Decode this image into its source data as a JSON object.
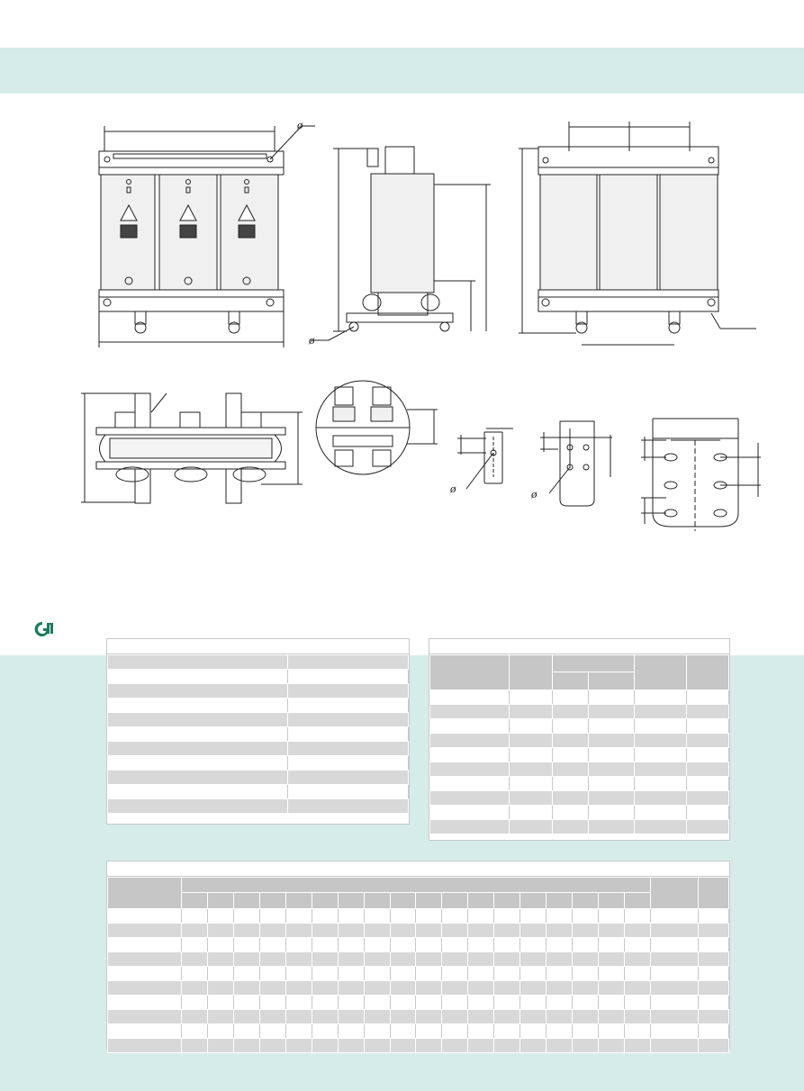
{
  "drawings": {
    "diameter_symbol": "ø",
    "views": [
      "front-view",
      "side-view",
      "rear-view",
      "top-view",
      "terminal-detail",
      "busbar-1-hole",
      "busbar-4-hole",
      "busbar-6-hole"
    ]
  },
  "logo": {
    "icon": "gm-logo-icon",
    "color": "#1e7b5a"
  },
  "colors": {
    "band": "#d6ece9",
    "row_shade": "#d8d8d8",
    "header_shade": "#c6c6c6",
    "line": "#222222"
  },
  "table_a": {
    "caption": "",
    "rows": 11,
    "cols": 2
  },
  "table_b": {
    "caption": "",
    "rows": 10,
    "cols": 6
  },
  "table_c": {
    "caption": "",
    "rows": 10,
    "cols": 21
  }
}
